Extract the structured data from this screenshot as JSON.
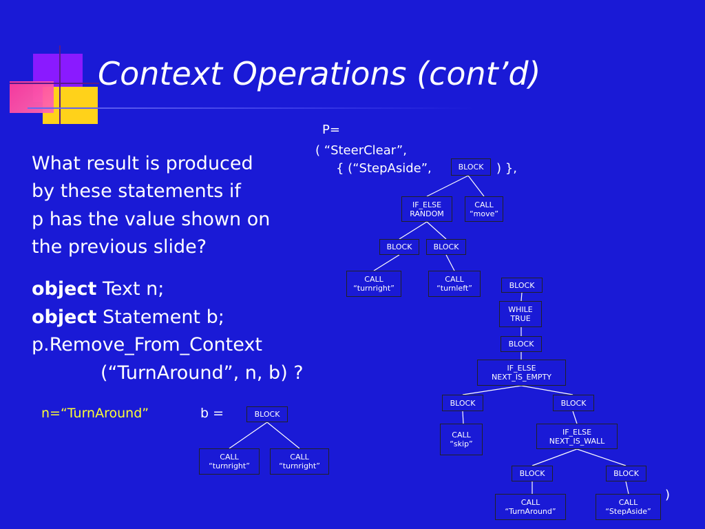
{
  "slide": {
    "title": "Context Operations (cont’d)",
    "question_lines": [
      "What result is produced",
      "by these statements if",
      "p has the value shown on",
      "the previous slide?"
    ],
    "code": {
      "line1_keyword": "object",
      "line1_rest": " Text n;",
      "line2_keyword": "object",
      "line2_rest": " Statement b;",
      "line3": "p.Remove_From_Context",
      "line4": "(“TurnAround”, n, b) ?"
    },
    "n_result": "n=“TurnAround”",
    "b_result": "b ="
  },
  "p_value": {
    "line1": "P=",
    "line2": "( “SteerClear”,",
    "line3_left": "{  (“StepAside”,",
    "line3_right": ") },",
    "closing": ")"
  },
  "nodes": {
    "p_block": [
      "BLOCK"
    ],
    "if_else_random": [
      "IF_ELSE",
      "RANDOM"
    ],
    "call_move": [
      "CALL",
      "“move”"
    ],
    "block_a": [
      "BLOCK"
    ],
    "block_b": [
      "BLOCK"
    ],
    "call_turnright": [
      "CALL",
      "“turnright”"
    ],
    "call_turnleft": [
      "CALL",
      "“turnleft”"
    ],
    "block_c": [
      "BLOCK"
    ],
    "while_true": [
      "WHILE",
      "TRUE"
    ],
    "block_d": [
      "BLOCK"
    ],
    "if_else_empty": [
      "IF_ELSE",
      "NEXT_IS_EMPTY"
    ],
    "block_e": [
      "BLOCK"
    ],
    "block_f": [
      "BLOCK"
    ],
    "call_skip": [
      "CALL",
      "“skip”"
    ],
    "if_else_wall": [
      "IF_ELSE",
      "NEXT_IS_WALL"
    ],
    "block_g": [
      "BLOCK"
    ],
    "block_h": [
      "BLOCK"
    ],
    "call_turnaround": [
      "CALL",
      "“TurnAround”"
    ],
    "call_stepaside": [
      "CALL",
      "“StepAside”"
    ],
    "b_block": [
      "BLOCK"
    ],
    "b_call_1": [
      "CALL",
      "“turnright”"
    ],
    "b_call_2": [
      "CALL",
      "“turnright”"
    ]
  },
  "colors": {
    "background": "#1a1ad6",
    "text": "#ffffff",
    "highlight_text": "#ffff33",
    "deco_purple": "#8a1aff",
    "deco_pink": "#ff4aa0",
    "deco_yellow": "#ffd21a"
  }
}
